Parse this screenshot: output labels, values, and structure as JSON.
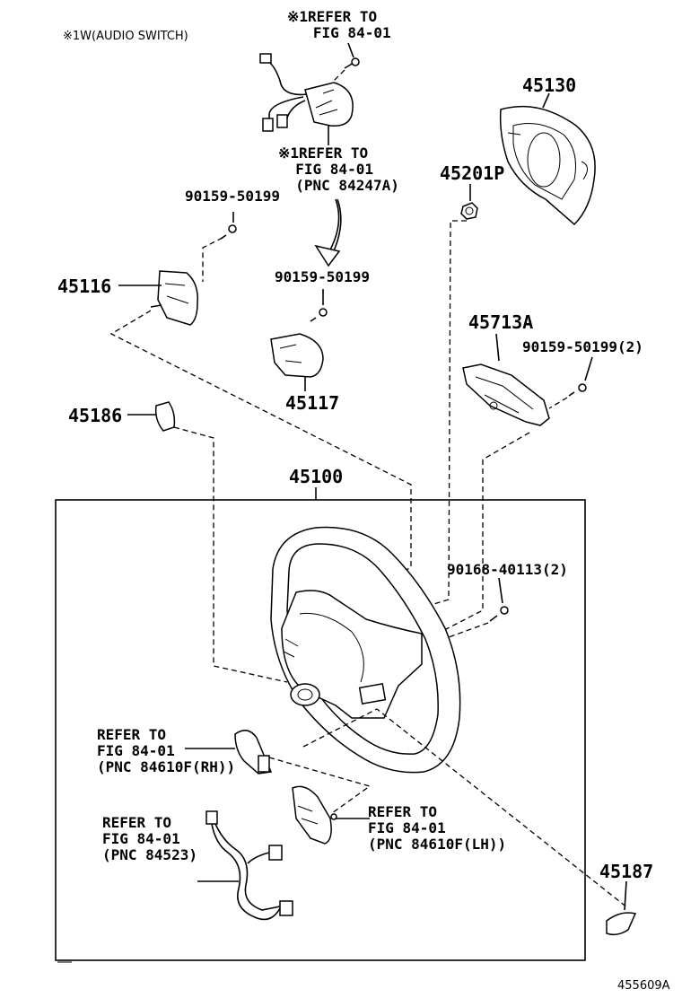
{
  "note_top": "※1W(AUDIO SWITCH)",
  "labels": {
    "ref_top": "※1REFER TO\n   FIG 84-01",
    "ref_mid": "※1REFER TO\n  FIG 84-01\n  (PNC 84247A)",
    "bolt_90159_a": "90159-50199",
    "bolt_90159_b": "90159-50199",
    "bolt_90159_c": "90159-50199(2)",
    "p45130": "45130",
    "p45201P": "45201P",
    "p45116": "45116",
    "p45117": "45117",
    "p45713A": "45713A",
    "p45186": "45186",
    "p45100": "45100",
    "bolt_90168": "90168-40113(2)",
    "ref_rh": "REFER TO\nFIG 84-01\n(PNC 84610F(RH))",
    "ref_lh": "REFER TO\nFIG 84-01\n(PNC 84610F(LH))",
    "ref_84523": "REFER TO\nFIG 84-01\n(PNC 84523)",
    "p45187": "45187",
    "diagram_id": "455609A"
  }
}
